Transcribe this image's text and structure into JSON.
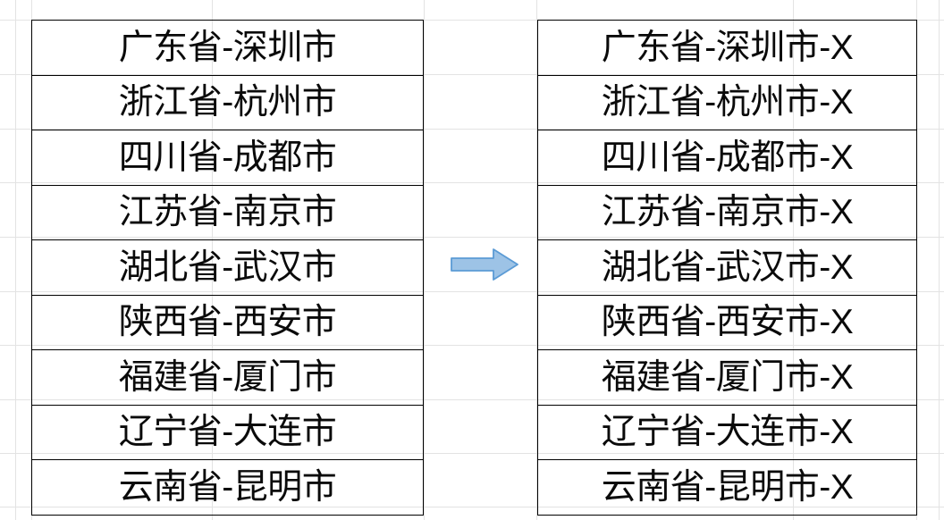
{
  "document": {
    "kind": "spreadsheet",
    "app_look": "excel-grid"
  },
  "colors": {
    "table_border": "#000000",
    "cell_text": "#0a0a0a",
    "sheet_gridline": "#e3e3e3",
    "sheet_background": "#ffffff",
    "arrow_fill": "#9DC3E6",
    "arrow_stroke": "#5B9BD5"
  },
  "left_table": {
    "name": "original-values",
    "column_count": 1,
    "rows": [
      {
        "value": "广东省-深圳市"
      },
      {
        "value": "浙江省-杭州市"
      },
      {
        "value": "四川省-成都市"
      },
      {
        "value": "江苏省-南京市"
      },
      {
        "value": "湖北省-武汉市"
      },
      {
        "value": "陕西省-西安市"
      },
      {
        "value": "福建省-厦门市"
      },
      {
        "value": "辽宁省-大连市"
      },
      {
        "value": "云南省-昆明市"
      }
    ]
  },
  "arrow": {
    "icon": "right-block-arrow-icon",
    "direction": "right",
    "glyph": "➡"
  },
  "right_table": {
    "name": "transformed-values",
    "column_count": 1,
    "suffix_added": "-X",
    "rows": [
      {
        "value": "广东省-深圳市-X"
      },
      {
        "value": "浙江省-杭州市-X"
      },
      {
        "value": "四川省-成都市-X"
      },
      {
        "value": "江苏省-南京市-X"
      },
      {
        "value": "湖北省-武汉市-X"
      },
      {
        "value": "陕西省-西安市-X"
      },
      {
        "value": "福建省-厦门市-X"
      },
      {
        "value": "辽宁省-大连市-X"
      },
      {
        "value": "云南省-昆明市-X"
      }
    ]
  },
  "grid": {
    "vertical_lines_x": [
      17,
      35,
      237,
      474,
      600,
      887,
      1025,
      1050
    ],
    "horizontal_lines_y": [
      22,
      83,
      144,
      204,
      265,
      326,
      386,
      447,
      507,
      567
    ]
  }
}
